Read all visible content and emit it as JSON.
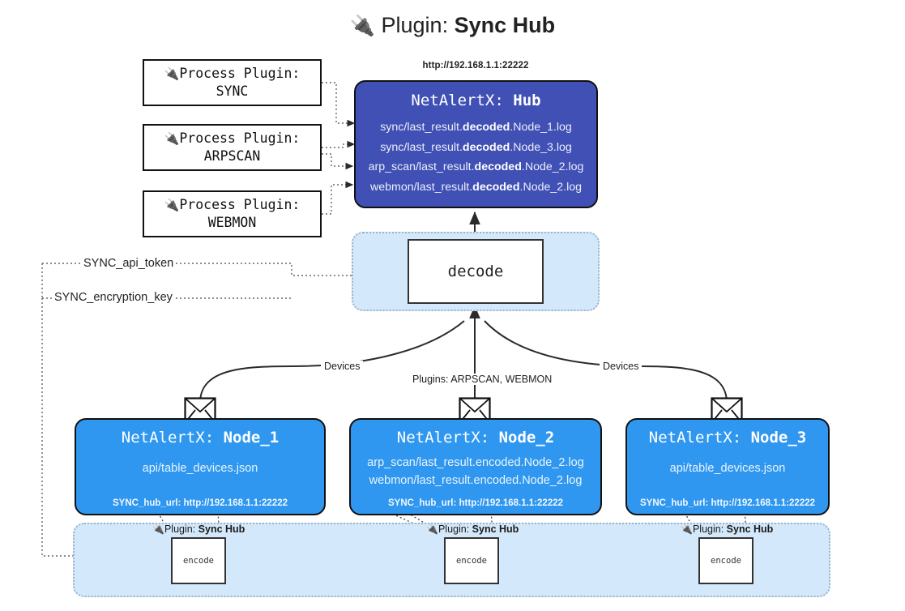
{
  "title": {
    "icon": "plug-icon",
    "prefix": "Plugin:",
    "name": "Sync Hub"
  },
  "process_plugins": [
    {
      "label": "Process Plugin:",
      "value": "SYNC"
    },
    {
      "label": "Process Plugin:",
      "value": "ARPSCAN"
    },
    {
      "label": "Process Plugin:",
      "value": "WEBMON"
    }
  ],
  "hub": {
    "url": "http://192.168.1.1:22222",
    "prefix": "NetAlertX:",
    "name": "Hub",
    "logs": [
      {
        "pre": "sync/last_result.",
        "mid": "decoded",
        "post": ".Node_1.log"
      },
      {
        "pre": "sync/last_result.",
        "mid": "decoded",
        "post": ".Node_3.log"
      },
      {
        "pre": "arp_scan/last_result.",
        "mid": "decoded",
        "post": ".Node_2.log"
      },
      {
        "pre": "webmon/last_result.",
        "mid": "decoded",
        "post": ".Node_2.log"
      }
    ]
  },
  "decode": {
    "label": "decode"
  },
  "settings": [
    {
      "label": "SYNC_api_token"
    },
    {
      "label": "SYNC_encryption_key"
    }
  ],
  "edges": [
    {
      "label": "Devices"
    },
    {
      "label": "Plugins: ARPSCAN, WEBMON"
    },
    {
      "label": "Devices"
    }
  ],
  "nodes": [
    {
      "prefix": "NetAlertX:",
      "name": "Node_1",
      "lines": [
        "api/table_devices.json"
      ],
      "hub_url": "SYNC_hub_url: http://192.168.1.1:22222"
    },
    {
      "prefix": "NetAlertX:",
      "name": "Node_2",
      "lines": [
        "arp_scan/last_result.encoded.Node_2.log",
        "webmon/last_result.encoded.Node_2.log"
      ],
      "hub_url": "SYNC_hub_url: http://192.168.1.1:22222"
    },
    {
      "prefix": "NetAlertX:",
      "name": "Node_3",
      "lines": [
        "api/table_devices.json"
      ],
      "hub_url": "SYNC_hub_url: http://192.168.1.1:22222"
    }
  ],
  "encoders": [
    {
      "plugin_prefix": "Plugin:",
      "plugin_name": "Sync Hub",
      "label": "encode"
    },
    {
      "plugin_prefix": "Plugin:",
      "plugin_name": "Sync Hub",
      "label": "encode"
    },
    {
      "plugin_prefix": "Plugin:",
      "plugin_name": "Sync Hub",
      "label": "encode"
    }
  ],
  "colors": {
    "hub_fill": "#4050b5",
    "node_fill": "#2f97ef",
    "panel_fill": "#d3e8fa",
    "stroke": "#111111"
  }
}
